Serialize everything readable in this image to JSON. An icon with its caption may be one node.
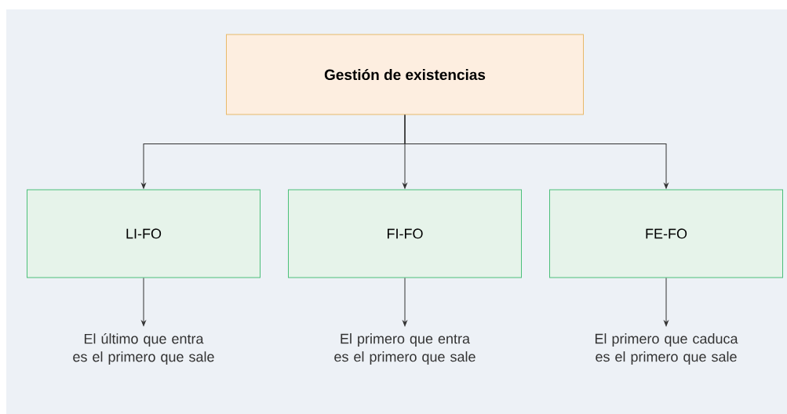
{
  "diagram": {
    "nodes": [
      {
        "text": [
          "Gestión de existencias"
        ]
      },
      {
        "text": [
          "LI-FO"
        ]
      },
      {
        "text": [
          "FI-FO"
        ]
      },
      {
        "text": [
          "FE-FO"
        ]
      },
      {
        "text": [
          "El último que entra es el primero que sale"
        ]
      },
      {
        "text": [
          "El primero que entra es el primero que sale"
        ]
      },
      {
        "text": [
          "El primero que caduca es el primero que sale"
        ]
      }
    ],
    "edges": [
      {
        "from": 0,
        "to": 1,
        "arrow": "to"
      },
      {
        "from": 0,
        "to": 2,
        "arrow": "to"
      },
      {
        "from": 0,
        "to": 3,
        "arrow": "to"
      },
      {
        "from": 1,
        "to": 4,
        "arrow": "to"
      },
      {
        "from": 2,
        "to": 5,
        "arrow": "to"
      },
      {
        "from": 3,
        "to": 6,
        "arrow": "to"
      }
    ]
  }
}
